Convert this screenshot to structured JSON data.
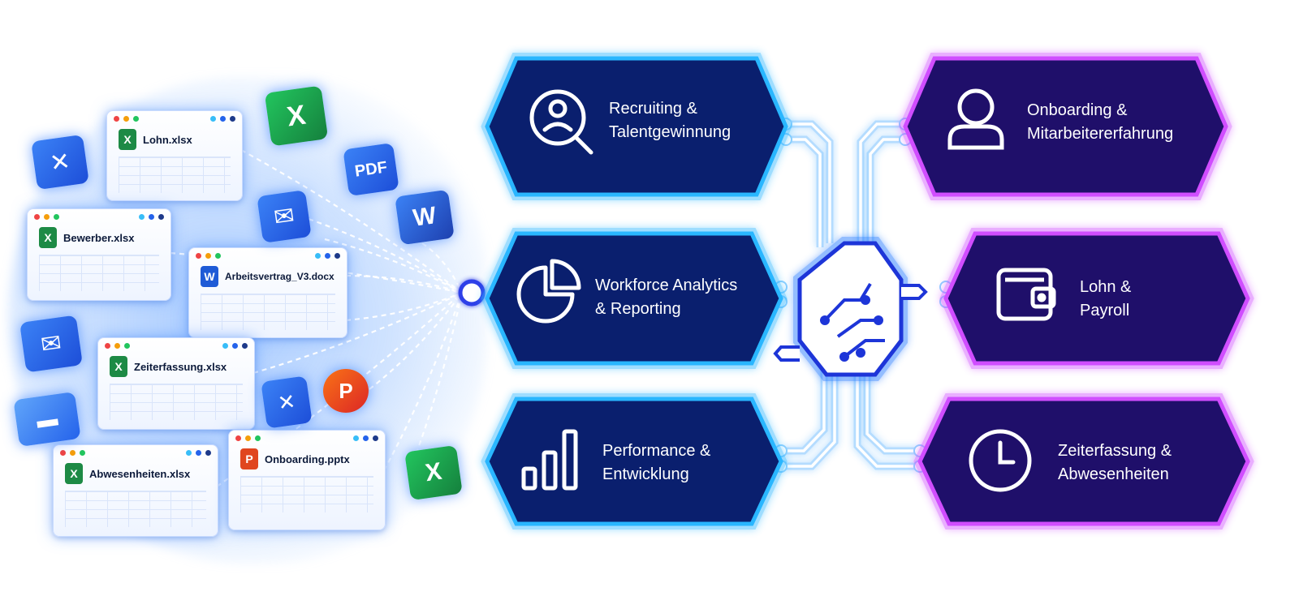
{
  "files": [
    {
      "name": "Lohn.xlsx",
      "type": "xlsx"
    },
    {
      "name": "Bewerber.xlsx",
      "type": "xlsx"
    },
    {
      "name": "Arbeitsvertrag_V3.docx",
      "type": "docx"
    },
    {
      "name": "Zeiterfassung.xlsx",
      "type": "xlsx"
    },
    {
      "name": "Abwesenheiten.xlsx",
      "type": "xlsx"
    },
    {
      "name": "Onboarding.pptx",
      "type": "pptx"
    }
  ],
  "file_type_letters": {
    "xlsx": "X",
    "docx": "W",
    "pptx": "P"
  },
  "floating_icons": {
    "excel": "X",
    "pdf": "PDF",
    "word": "W",
    "powerpoint": "P"
  },
  "modules_left": [
    {
      "line1": "Recruiting &",
      "line2": "Talentgewinnung",
      "icon": "person-search-icon"
    },
    {
      "line1": "Workforce Analytics",
      "line2": "& Reporting",
      "icon": "pie-chart-icon"
    },
    {
      "line1": "Performance &",
      "line2": "Entwicklung",
      "icon": "bar-chart-icon"
    }
  ],
  "modules_right": [
    {
      "line1": "Onboarding &",
      "line2": "Mitarbeitererfahrung",
      "icon": "person-icon"
    },
    {
      "line1": "Lohn &",
      "line2": "Payroll",
      "icon": "wallet-icon"
    },
    {
      "line1": "Zeiterfassung &",
      "line2": "Abwesenheiten",
      "icon": "clock-icon"
    }
  ],
  "colors": {
    "left_fill": "#0a1f6e",
    "left_stroke": "#29b6ff",
    "right_fill": "#1f0f6a",
    "right_stroke": "#d04dff",
    "xlsx": "#1d8a45",
    "docx": "#1f5bd6",
    "pptx": "#e0461f",
    "connector": "#2f6bff"
  }
}
